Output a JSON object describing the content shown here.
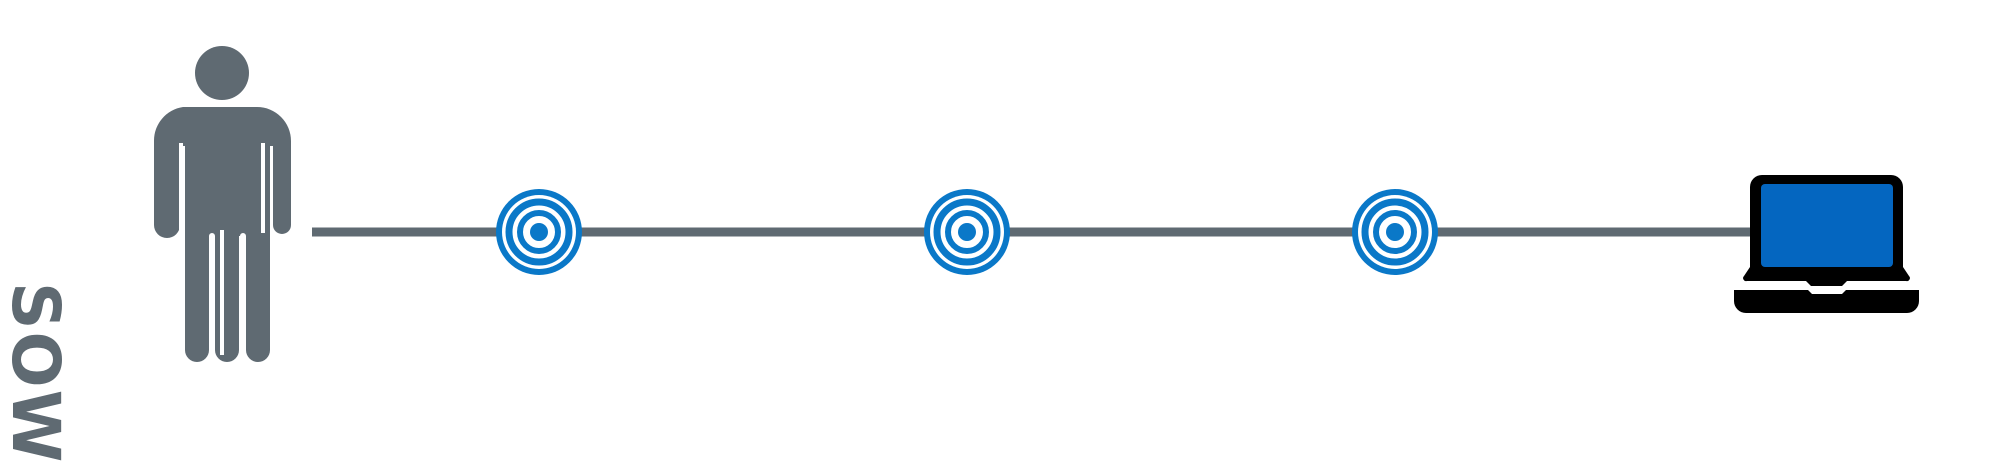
{
  "diagram": {
    "person_label": "SOW",
    "nodes": [
      {
        "name": "person",
        "icon": "person-icon"
      },
      {
        "name": "target-1",
        "icon": "target-icon"
      },
      {
        "name": "target-2",
        "icon": "target-icon"
      },
      {
        "name": "target-3",
        "icon": "target-icon"
      },
      {
        "name": "laptop",
        "icon": "laptop-icon"
      }
    ],
    "colors": {
      "person": "#5f6a72",
      "connector": "#5f6a72",
      "target": "#0a78c8",
      "laptop_frame": "#000000",
      "laptop_screen": "#0466c0"
    }
  }
}
